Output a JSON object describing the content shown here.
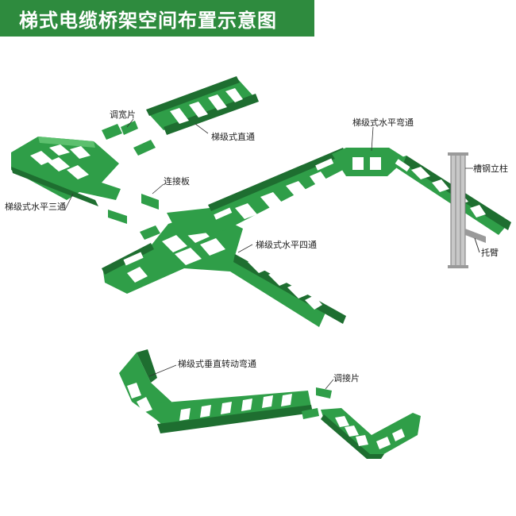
{
  "header": {
    "title": "梯式电缆桥架空间布置示意图"
  },
  "labels": {
    "adjust_width_piece": "调宽片",
    "straight": "梯级式直通",
    "horizontal_elbow": "梯级式水平弯通",
    "channel_column": "槽钢立柱",
    "connecting_plate": "连接板",
    "horizontal_tee": "梯级式水平三通",
    "horizontal_cross": "梯级式水平四通",
    "bracket_arm": "托臂",
    "vertical_elbow": "梯级式垂直转动弯通",
    "adjust_joint_piece": "调接片"
  },
  "colors": {
    "header_bg": "#2e8b3e",
    "tray_green": "#2f9e48",
    "tray_dark": "#1e6e30",
    "tray_light": "#5cc06e",
    "column_gray": "#9a9a9a"
  }
}
